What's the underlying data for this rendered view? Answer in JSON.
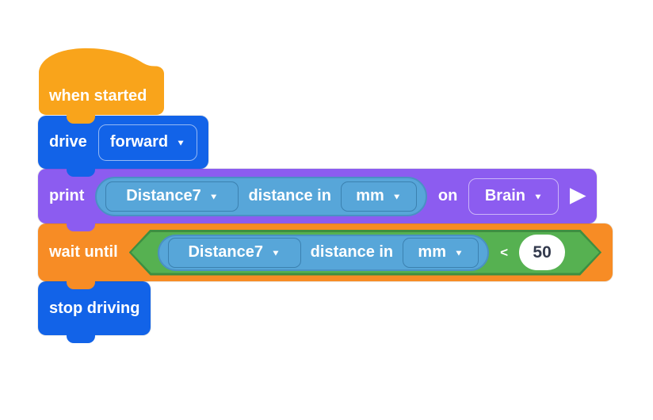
{
  "palette": {
    "event_orange": "#F9A41B",
    "drivetrain_blue": "#1263E8",
    "looks_purple": "#8C5CF0",
    "control_orange": "#F78C25",
    "sensing_blue_fill": "#57A6D9",
    "sensing_blue_border": "#4A90C4",
    "boolean_green_fill": "#56B151",
    "boolean_green_border": "#3E8E41",
    "number_input_bg": "#FFFFFF",
    "number_input_text": "#333A4D",
    "label_text": "#FFFFFF"
  },
  "icons": {
    "dropdown_caret": "▼",
    "expand_arrow": "▶"
  },
  "blocks": {
    "when_started": {
      "label": "when started"
    },
    "drive": {
      "label": "drive",
      "direction": {
        "value": "forward"
      }
    },
    "print": {
      "label": "print",
      "reporter": {
        "device": "Distance7",
        "label": "distance in",
        "unit": "mm"
      },
      "on_label": "on",
      "target": {
        "value": "Brain"
      }
    },
    "wait_until": {
      "label": "wait until",
      "condition": {
        "reporter": {
          "device": "Distance7",
          "label": "distance in",
          "unit": "mm"
        },
        "operator": "<",
        "value": "50"
      }
    },
    "stop_driving": {
      "label": "stop driving"
    }
  }
}
